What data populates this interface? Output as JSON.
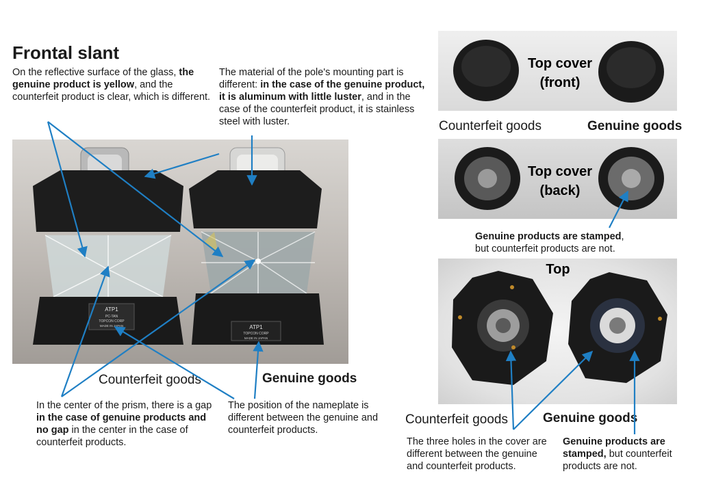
{
  "title": "Frontal slant",
  "texts": {
    "glass": {
      "p1": "On the reflective surface of the glass, ",
      "b1": "the genuine product is yellow",
      "p2": ", and the counterfeit product is clear, which is different."
    },
    "material": {
      "p1": "The material of the pole's mounting part is different: ",
      "b1": "in the case of the genuine product, it is aluminum with little luster",
      "p2": ", and in the case of the counterfeit product, it is stainless steel with luster."
    },
    "gap": {
      "p1": "In the center of the prism, there is a gap ",
      "b1": "in the case of genuine products and no gap",
      "p2": " in the center in the case of counterfeit products."
    },
    "nameplate": "The position of the nameplate is different between the genuine and counterfeit products.",
    "stamped_back": {
      "b1": "Genuine products are stamped",
      "p2": ",",
      "p3": "but counterfeit products are not."
    },
    "holes": "The three holes in the cover are different between the genuine and counterfeit products.",
    "stamped_top": {
      "b1": "Genuine products are stamped,",
      "p2": " but counterfeit products are not."
    }
  },
  "labels": {
    "main_counterfeit": "Counterfeit goods",
    "main_genuine": "Genuine goods",
    "front_counterfeit": "Counterfeit goods",
    "front_genuine": "Genuine goods",
    "top_counterfeit": "Counterfeit goods",
    "top_genuine": "Genuine goods"
  },
  "photo_tags": {
    "cover_front_1": "Top cover",
    "cover_front_2": "(front)",
    "cover_back_1": "Top cover",
    "cover_back_2": "(back)",
    "top": "Top"
  },
  "nameplates": {
    "counterfeit": [
      "ATP1",
      "PC-TAN",
      "TOPCON CORP",
      "MADE IN JAPAN"
    ],
    "genuine": [
      "ATP1",
      "TOPCON CORP",
      "MADE IN JAPAN"
    ]
  },
  "colors": {
    "arrow": "#1f7fc4",
    "text": "#1a1a1a"
  }
}
